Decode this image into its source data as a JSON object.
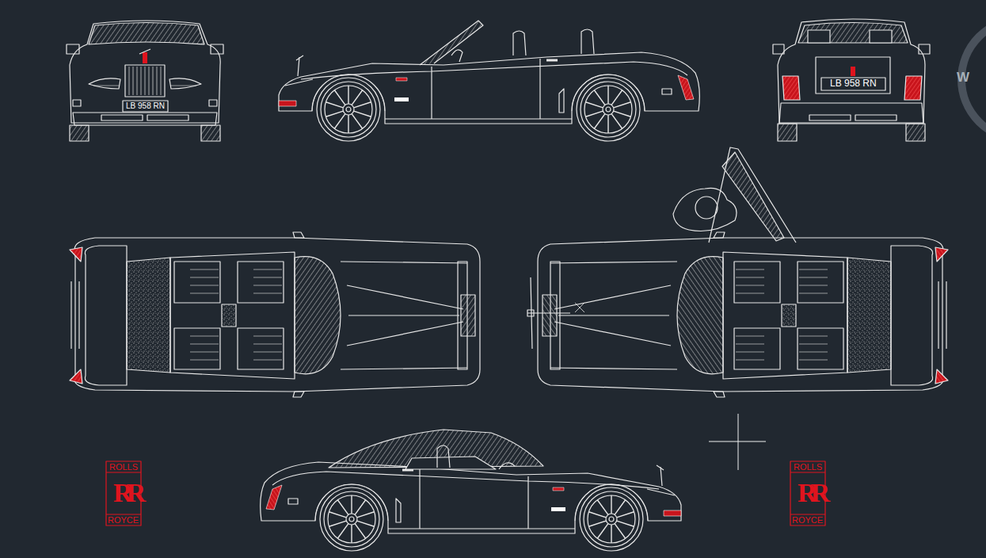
{
  "diagram": {
    "labels": [
      "LB 958 RN",
      "LB 958 RN",
      "ROLLS",
      "RR",
      "ROYCE",
      "ROLLS",
      "RR",
      "ROYCE",
      "W"
    ]
  }
}
